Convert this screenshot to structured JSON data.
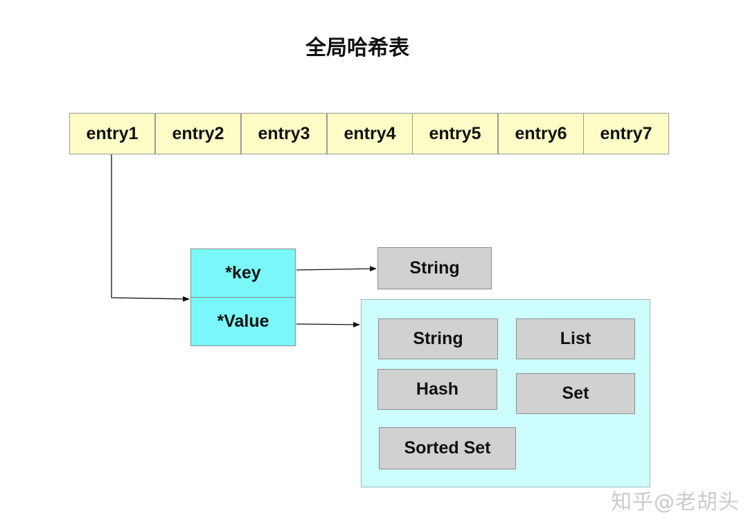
{
  "title": "全局哈希表",
  "entries": [
    "entry1",
    "entry2",
    "entry3",
    "entry4",
    "entry5",
    "entry6",
    "entry7"
  ],
  "kv": {
    "key": "*key",
    "value": "*Value"
  },
  "key_type": "String",
  "value_types": {
    "string": "String",
    "list": "List",
    "hash": "Hash",
    "set": "Set",
    "sorted_set": "Sorted Set"
  },
  "watermark": "知乎@老胡头",
  "colors": {
    "entry_fill": "#fdfcc6",
    "kv_fill": "#7af7f9",
    "type_fill": "#d1d1d1",
    "panel_fill": "#cdfdfd"
  }
}
